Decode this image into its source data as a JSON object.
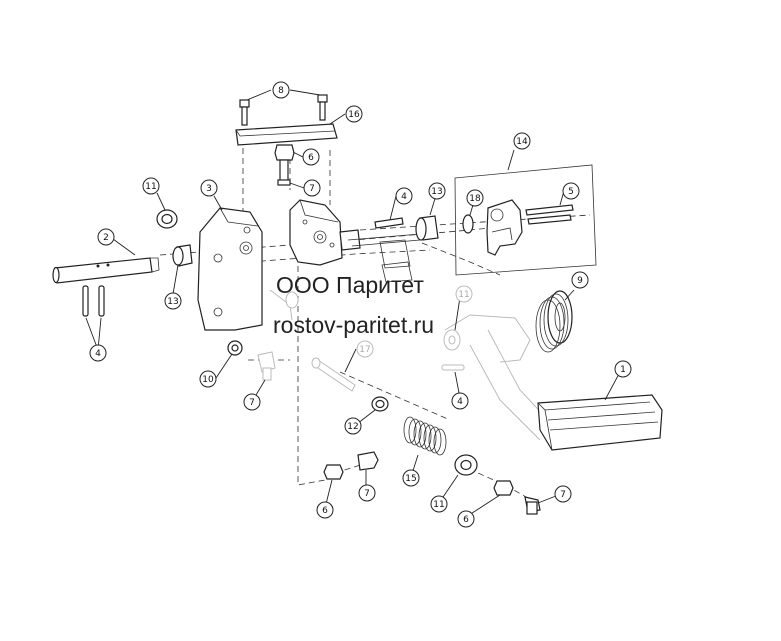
{
  "watermark": {
    "company": "ООО Паритет",
    "site": "rostov-paritet.ru"
  },
  "callouts": {
    "c1": "1",
    "c2": "2",
    "c3": "3",
    "c4a": "4",
    "c4b": "4",
    "c4c": "4",
    "c5": "5",
    "c6a": "6",
    "c6b": "6",
    "c6c": "6",
    "c7a": "7",
    "c7b": "7",
    "c7c": "7",
    "c7d": "7",
    "c8": "8",
    "c9": "9",
    "c10": "10",
    "c11a": "11",
    "c11b": "11",
    "c11c": "11",
    "c12": "12",
    "c13a": "13",
    "c13b": "13",
    "c14": "14",
    "c15": "15",
    "c16": "16",
    "c17": "17",
    "c18": "18"
  }
}
